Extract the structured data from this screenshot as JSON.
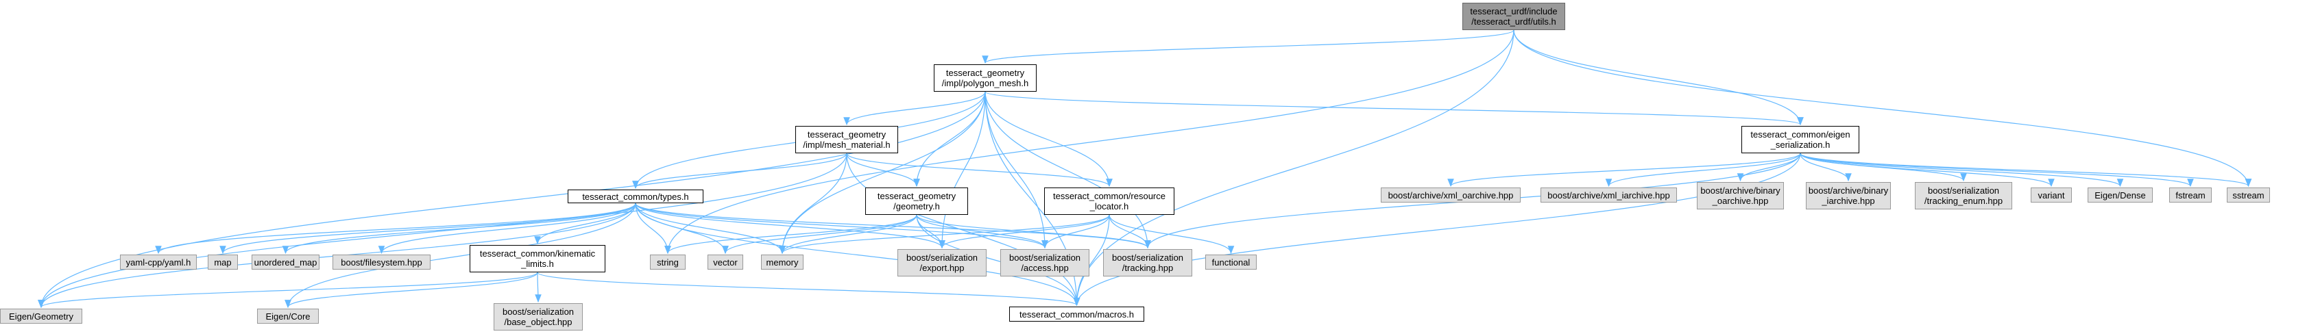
{
  "diagram": {
    "colors": {
      "edge": "#63b8ff",
      "node_internal_bg": "#ffffff",
      "node_external_bg": "#e0e0e0",
      "node_root_bg": "#999999"
    },
    "nodes": [
      {
        "id": "root",
        "label": "tesseract_urdf/include\n/tesseract_urdf/utils.h",
        "kind": "root"
      },
      {
        "id": "polygon_mesh",
        "label": "tesseract_geometry\n/impl/polygon_mesh.h",
        "kind": "internal"
      },
      {
        "id": "mesh_material",
        "label": "tesseract_geometry\n/impl/mesh_material.h",
        "kind": "internal"
      },
      {
        "id": "geometry_h",
        "label": "tesseract_geometry\n/geometry.h",
        "kind": "internal"
      },
      {
        "id": "resource_locator",
        "label": "tesseract_common/resource\n_locator.h",
        "kind": "internal"
      },
      {
        "id": "types_h",
        "label": "tesseract_common/types.h",
        "kind": "internal"
      },
      {
        "id": "kinematic_limits",
        "label": "tesseract_common/kinematic\n_limits.h",
        "kind": "internal"
      },
      {
        "id": "macros_h",
        "label": "tesseract_common/macros.h",
        "kind": "internal"
      },
      {
        "id": "eigen_serialization",
        "label": "tesseract_common/eigen\n_serialization.h",
        "kind": "internal"
      },
      {
        "id": "eigen_geometry",
        "label": "Eigen/Geometry",
        "kind": "external"
      },
      {
        "id": "eigen_core",
        "label": "Eigen/Core",
        "kind": "external"
      },
      {
        "id": "base_object",
        "label": "boost/serialization\n/base_object.hpp",
        "kind": "external"
      },
      {
        "id": "yaml_cpp",
        "label": "yaml-cpp/yaml.h",
        "kind": "external"
      },
      {
        "id": "map",
        "label": "map",
        "kind": "external"
      },
      {
        "id": "unordered_map",
        "label": "unordered_map",
        "kind": "external"
      },
      {
        "id": "boost_filesystem",
        "label": "boost/filesystem.hpp",
        "kind": "external"
      },
      {
        "id": "string",
        "label": "string",
        "kind": "external"
      },
      {
        "id": "vector",
        "label": "vector",
        "kind": "external"
      },
      {
        "id": "memory",
        "label": "memory",
        "kind": "external"
      },
      {
        "id": "export_hpp",
        "label": "boost/serialization\n/export.hpp",
        "kind": "external"
      },
      {
        "id": "access_hpp",
        "label": "boost/serialization\n/access.hpp",
        "kind": "external"
      },
      {
        "id": "tracking_hpp",
        "label": "boost/serialization\n/tracking.hpp",
        "kind": "external"
      },
      {
        "id": "functional",
        "label": "functional",
        "kind": "external"
      },
      {
        "id": "xml_oarchive",
        "label": "boost/archive/xml_oarchive.hpp",
        "kind": "external"
      },
      {
        "id": "xml_iarchive",
        "label": "boost/archive/xml_iarchive.hpp",
        "kind": "external"
      },
      {
        "id": "binary_oarchive",
        "label": "boost/archive/binary\n_oarchive.hpp",
        "kind": "external"
      },
      {
        "id": "binary_iarchive",
        "label": "boost/archive/binary\n_iarchive.hpp",
        "kind": "external"
      },
      {
        "id": "tracking_enum",
        "label": "boost/serialization\n/tracking_enum.hpp",
        "kind": "external"
      },
      {
        "id": "variant",
        "label": "variant",
        "kind": "external"
      },
      {
        "id": "eigen_dense",
        "label": "Eigen/Dense",
        "kind": "external"
      },
      {
        "id": "fstream",
        "label": "fstream",
        "kind": "external"
      },
      {
        "id": "sstream",
        "label": "sstream",
        "kind": "external"
      }
    ],
    "edges": [
      [
        "root",
        "polygon_mesh"
      ],
      [
        "root",
        "eigen_serialization"
      ],
      [
        "root",
        "string"
      ],
      [
        "root",
        "sstream"
      ],
      [
        "root",
        "macros_h"
      ],
      [
        "polygon_mesh",
        "mesh_material"
      ],
      [
        "polygon_mesh",
        "geometry_h"
      ],
      [
        "polygon_mesh",
        "resource_locator"
      ],
      [
        "polygon_mesh",
        "types_h"
      ],
      [
        "polygon_mesh",
        "macros_h"
      ],
      [
        "polygon_mesh",
        "eigen_geometry"
      ],
      [
        "polygon_mesh",
        "memory"
      ],
      [
        "polygon_mesh",
        "export_hpp"
      ],
      [
        "polygon_mesh",
        "access_hpp"
      ],
      [
        "polygon_mesh",
        "tracking_hpp"
      ],
      [
        "polygon_mesh",
        "eigen_serialization"
      ],
      [
        "mesh_material",
        "geometry_h"
      ],
      [
        "mesh_material",
        "resource_locator"
      ],
      [
        "mesh_material",
        "types_h"
      ],
      [
        "mesh_material",
        "eigen_geometry"
      ],
      [
        "mesh_material",
        "memory"
      ],
      [
        "mesh_material",
        "macros_h"
      ],
      [
        "geometry_h",
        "string"
      ],
      [
        "geometry_h",
        "vector"
      ],
      [
        "geometry_h",
        "memory"
      ],
      [
        "geometry_h",
        "export_hpp"
      ],
      [
        "geometry_h",
        "access_hpp"
      ],
      [
        "geometry_h",
        "tracking_hpp"
      ],
      [
        "geometry_h",
        "macros_h"
      ],
      [
        "resource_locator",
        "memory"
      ],
      [
        "resource_locator",
        "functional"
      ],
      [
        "resource_locator",
        "access_hpp"
      ],
      [
        "resource_locator",
        "export_hpp"
      ],
      [
        "resource_locator",
        "tracking_hpp"
      ],
      [
        "resource_locator",
        "macros_h"
      ],
      [
        "types_h",
        "eigen_geometry"
      ],
      [
        "types_h",
        "eigen_core"
      ],
      [
        "types_h",
        "yaml_cpp"
      ],
      [
        "types_h",
        "map"
      ],
      [
        "types_h",
        "unordered_map"
      ],
      [
        "types_h",
        "boost_filesystem"
      ],
      [
        "types_h",
        "kinematic_limits"
      ],
      [
        "types_h",
        "string"
      ],
      [
        "types_h",
        "vector"
      ],
      [
        "types_h",
        "memory"
      ],
      [
        "types_h",
        "export_hpp"
      ],
      [
        "types_h",
        "access_hpp"
      ],
      [
        "types_h",
        "tracking_hpp"
      ],
      [
        "types_h",
        "macros_h"
      ],
      [
        "kinematic_limits",
        "eigen_geometry"
      ],
      [
        "kinematic_limits",
        "eigen_core"
      ],
      [
        "kinematic_limits",
        "base_object"
      ],
      [
        "kinematic_limits",
        "macros_h"
      ],
      [
        "eigen_serialization",
        "macros_h"
      ],
      [
        "eigen_serialization",
        "xml_oarchive"
      ],
      [
        "eigen_serialization",
        "xml_iarchive"
      ],
      [
        "eigen_serialization",
        "binary_oarchive"
      ],
      [
        "eigen_serialization",
        "binary_iarchive"
      ],
      [
        "eigen_serialization",
        "tracking_enum"
      ],
      [
        "eigen_serialization",
        "variant"
      ],
      [
        "eigen_serialization",
        "eigen_dense"
      ],
      [
        "eigen_serialization",
        "fstream"
      ],
      [
        "eigen_serialization",
        "sstream"
      ],
      [
        "eigen_serialization",
        "tracking_hpp"
      ]
    ]
  }
}
